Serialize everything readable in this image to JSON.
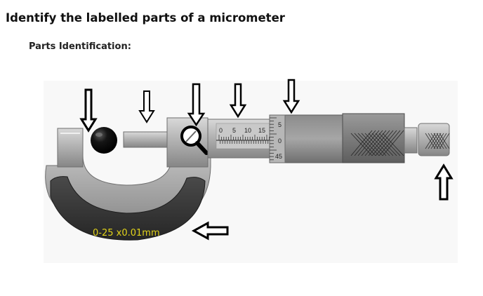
{
  "page": {
    "title": "Identify the labelled parts of a micrometer",
    "section_label": "Parts Identification:"
  },
  "figure": {
    "range_label": "0-25 x0.01mm",
    "sleeve_numbers": [
      "0",
      "5",
      "10",
      "15"
    ],
    "thimble_numbers": [
      "5",
      "0",
      "45"
    ],
    "pointer_arrows": [
      {
        "points_at": "anvil",
        "direction": "down"
      },
      {
        "points_at": "spindle",
        "direction": "down"
      },
      {
        "points_at": "lock-nut",
        "direction": "down"
      },
      {
        "points_at": "sleeve",
        "direction": "down"
      },
      {
        "points_at": "thimble",
        "direction": "down"
      },
      {
        "points_at": "ratchet",
        "direction": "up"
      },
      {
        "points_at": "frame",
        "direction": "left"
      }
    ],
    "colors": {
      "frame_metal": "#a7a7a7",
      "frame_grip": "#3b3b3b",
      "range_text": "#e2d31a",
      "anvil_ball": "#111111"
    }
  }
}
